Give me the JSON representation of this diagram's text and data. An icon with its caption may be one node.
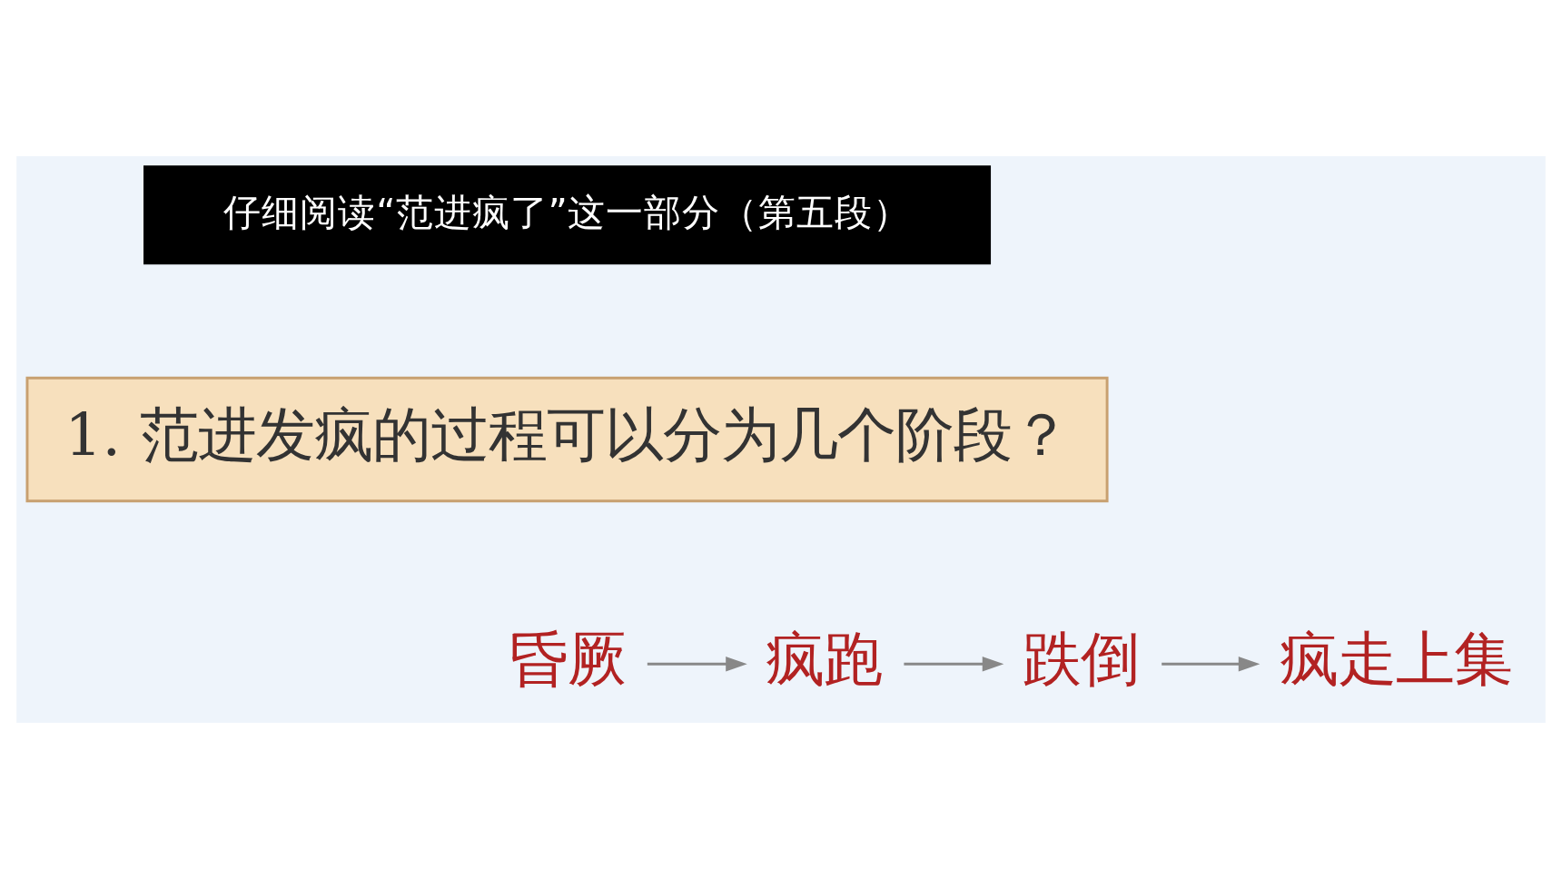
{
  "diagram": {
    "nodes": [
      {
        "text": [
          "仔细阅读“范进疯了”这一部分（第五段）"
        ]
      },
      {
        "text": [
          "1. 范进发疯的过程可以分为几个阶段？"
        ]
      },
      {
        "text": [
          "昏厥"
        ]
      },
      {
        "text": [
          "疯跑"
        ]
      },
      {
        "text": [
          "跌倒"
        ]
      },
      {
        "text": [
          "疯走上集"
        ]
      }
    ],
    "edges": [
      {
        "from": 2,
        "to": 3,
        "arrow": "to"
      },
      {
        "from": 3,
        "to": 4,
        "arrow": "to"
      },
      {
        "from": 4,
        "to": 5,
        "arrow": "to"
      }
    ]
  }
}
